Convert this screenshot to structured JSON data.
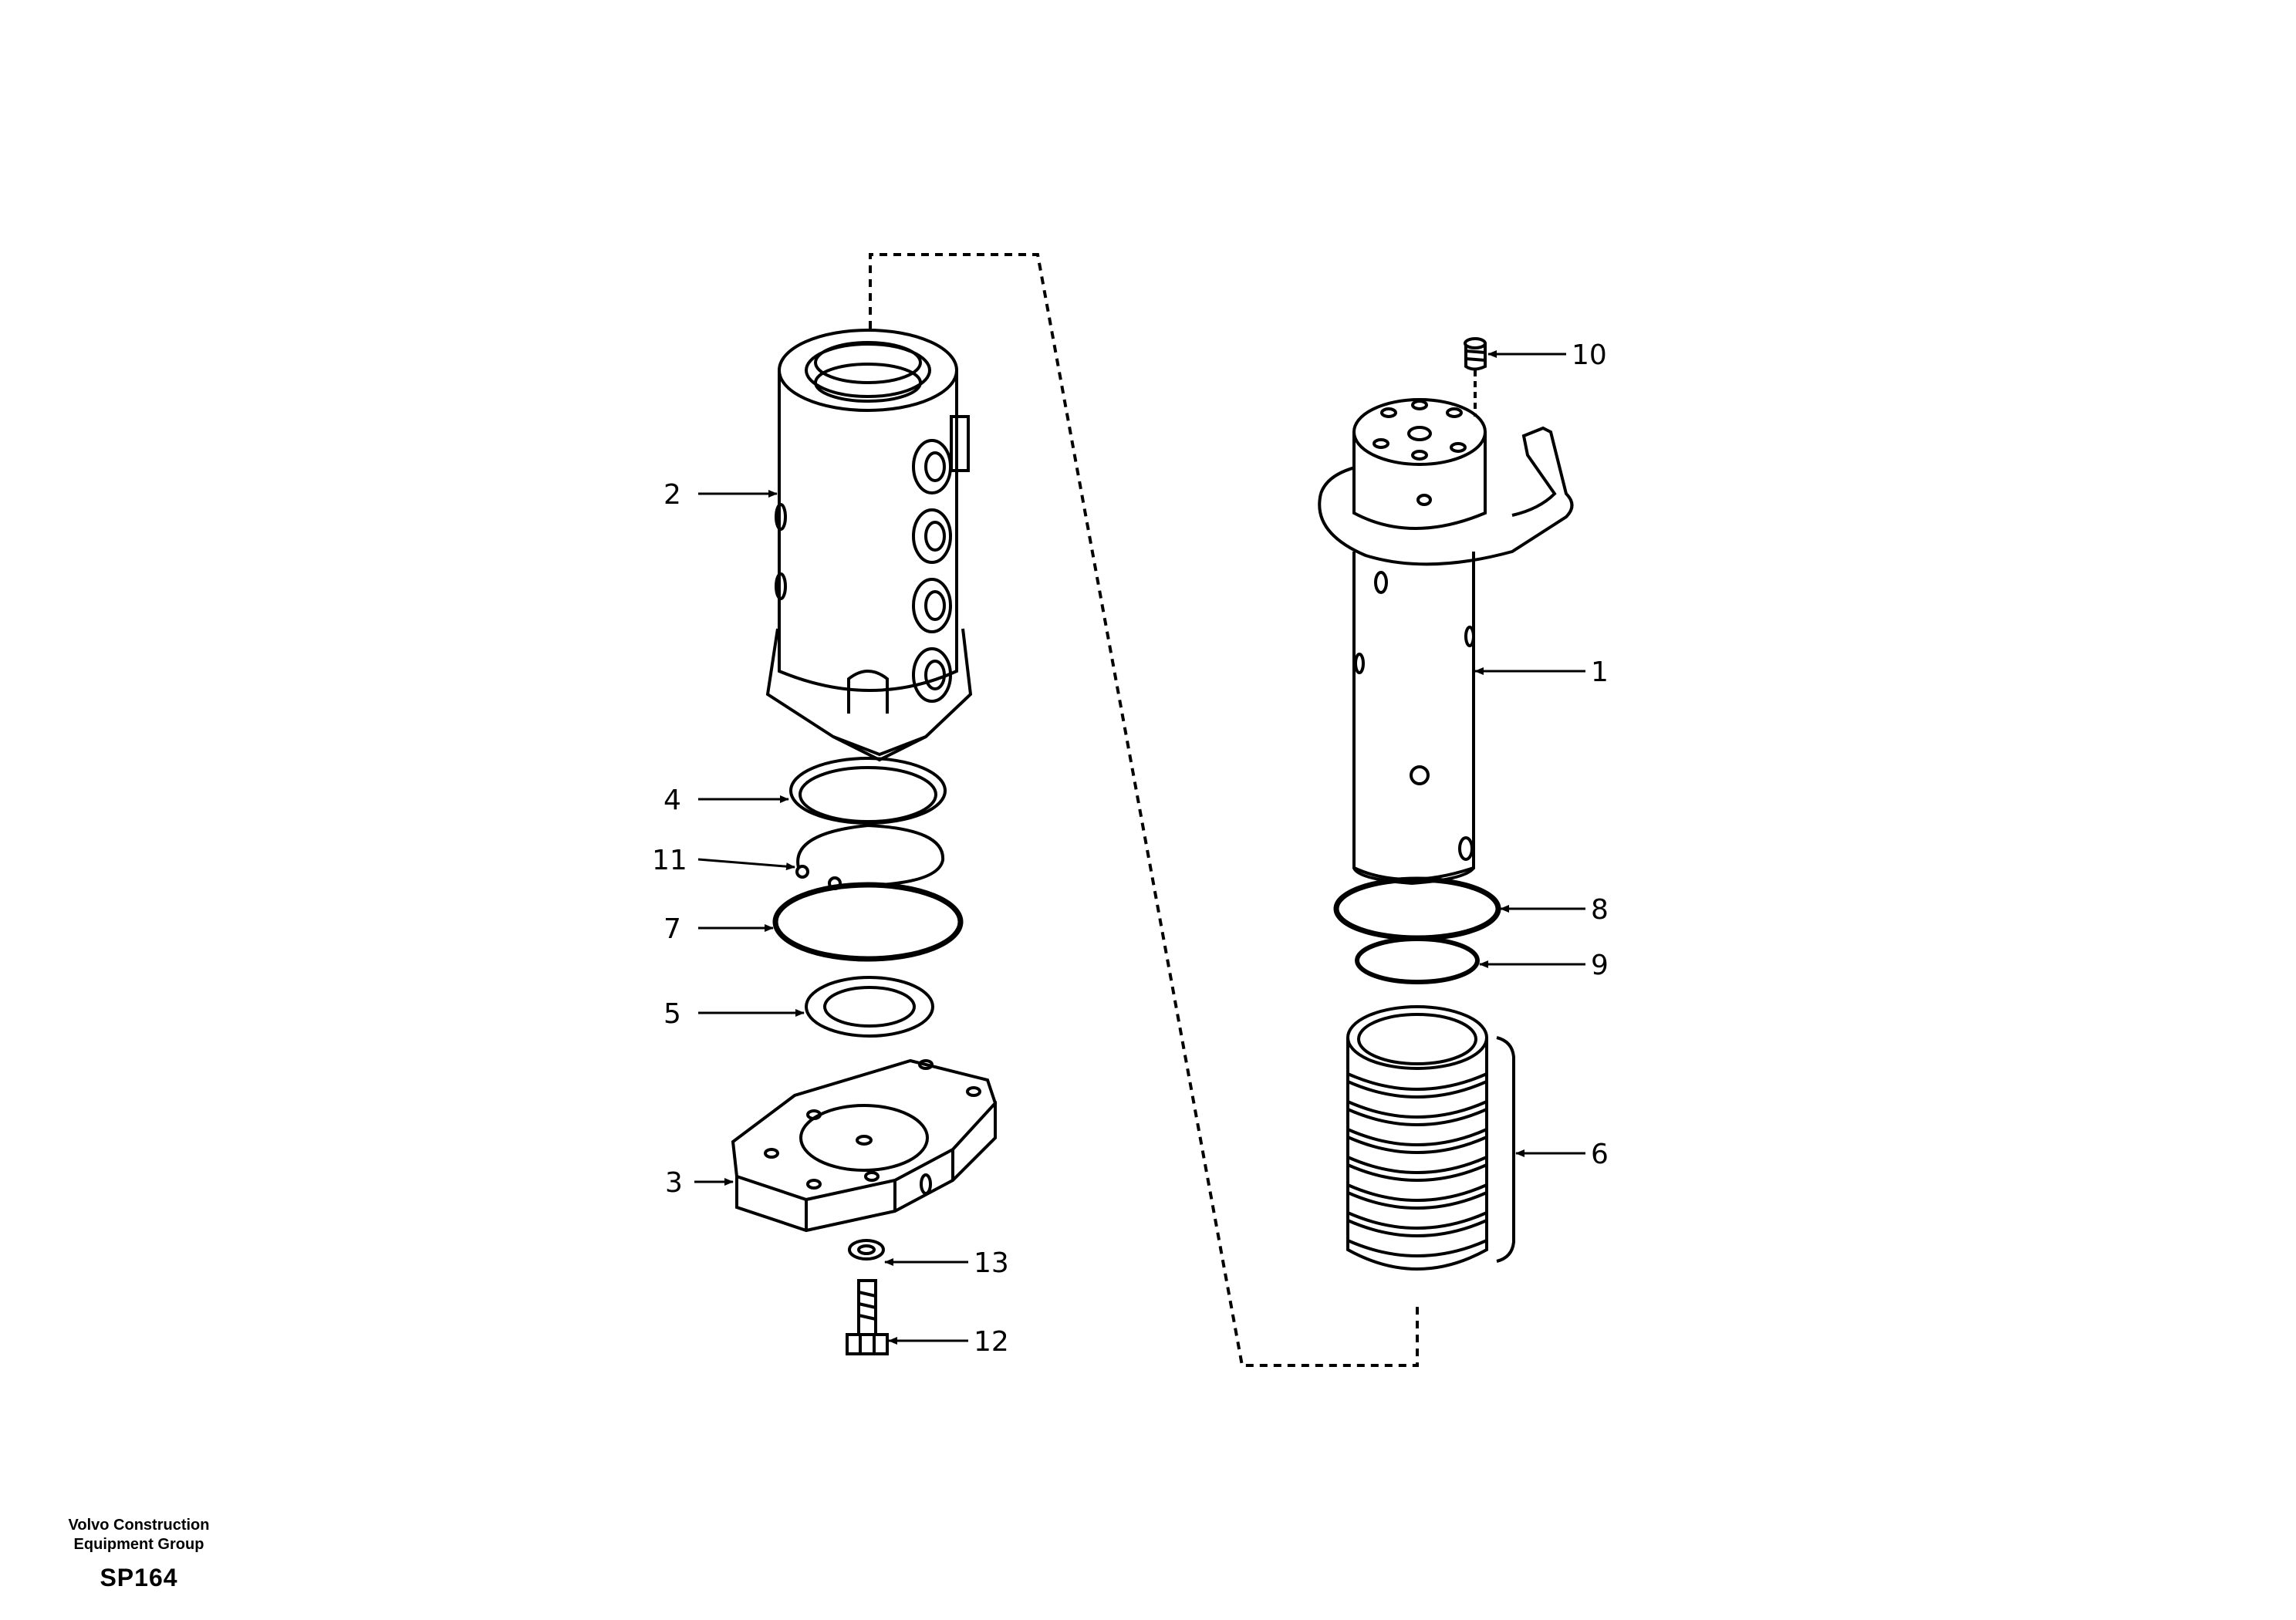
{
  "footer": {
    "org_line1": "Volvo Construction",
    "org_line2": "Equipment Group",
    "code": "SP164"
  },
  "callouts": {
    "c1": "1",
    "c2": "2",
    "c3": "3",
    "c4": "4",
    "c5": "5",
    "c6": "6",
    "c7": "7",
    "c8": "8",
    "c9": "9",
    "c10": "10",
    "c11": "11",
    "c12": "12",
    "c13": "13"
  }
}
